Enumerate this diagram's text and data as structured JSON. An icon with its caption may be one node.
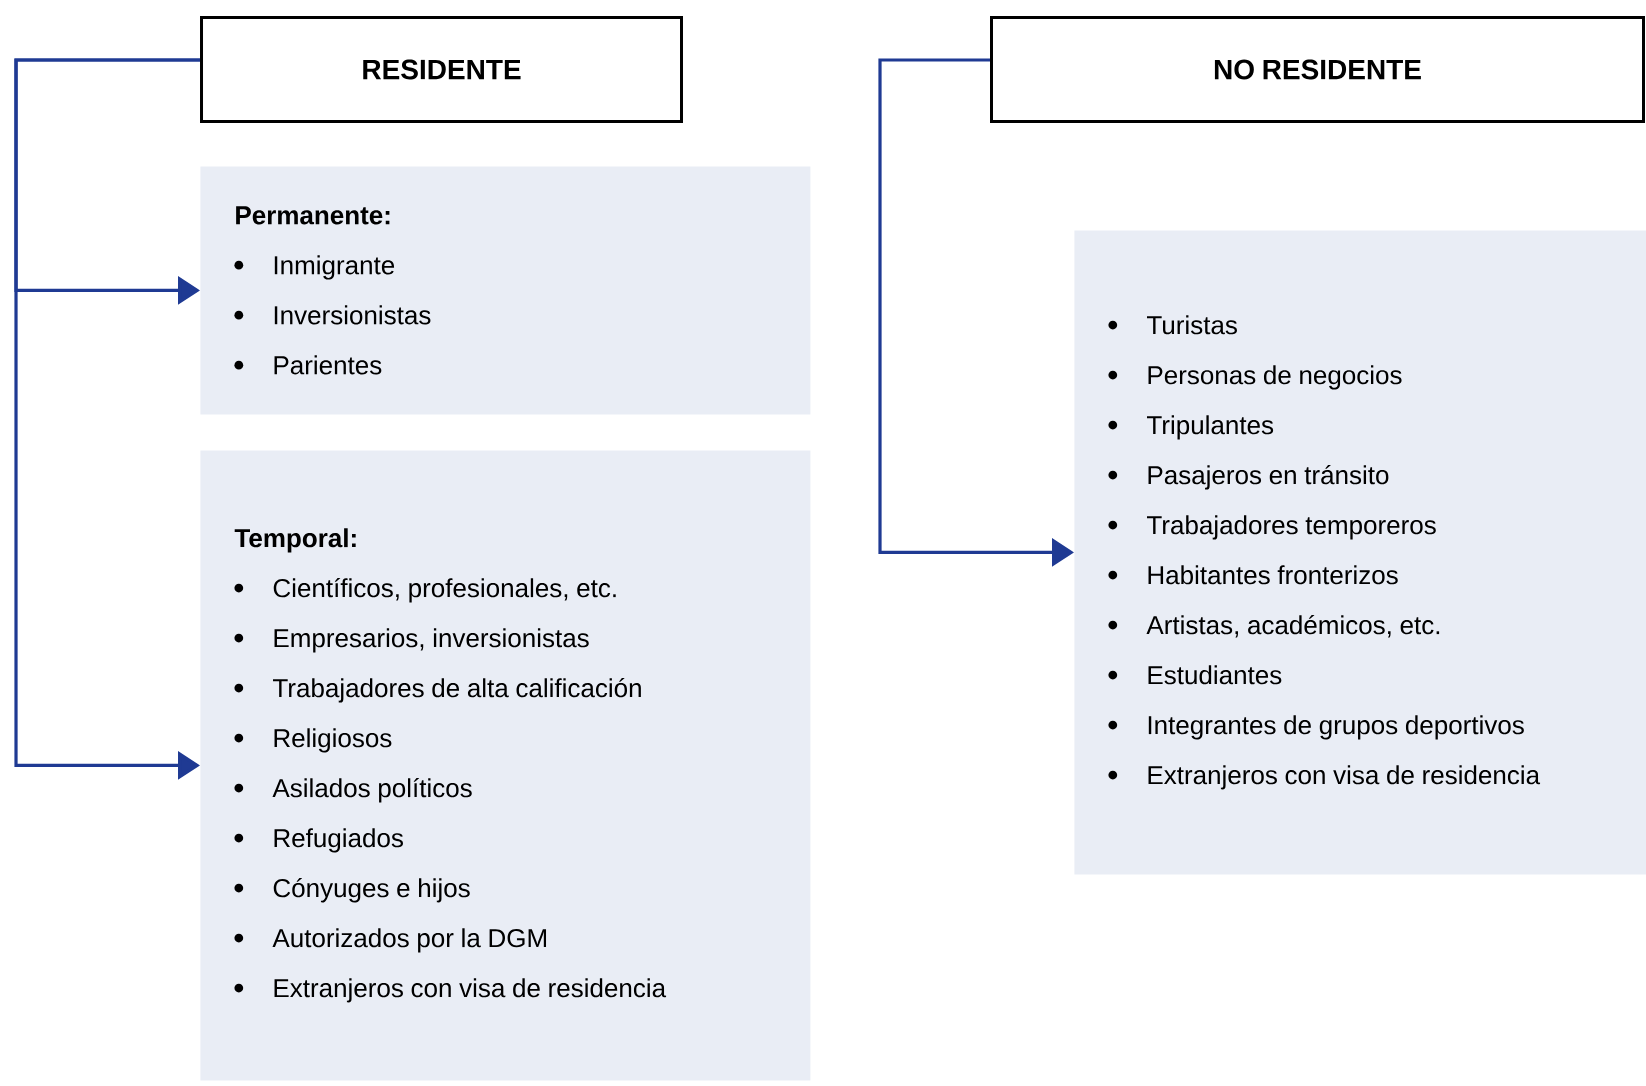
{
  "diagram": {
    "nodes": [
      {
        "text": [
          "RESIDENTE"
        ]
      },
      {
        "text": [
          "Permanente:",
          "Inmigrante",
          "Inversionistas",
          "Parientes"
        ]
      },
      {
        "text": [
          "Temporal:",
          "Científicos, profesionales, etc.",
          "Empresarios, inversionistas",
          "Trabajadores de alta calificación",
          "Religiosos",
          "Asilados políticos",
          "Refugiados",
          "Cónyuges e hijos",
          "Autorizados por la DGM",
          "Extranjeros con visa de residencia"
        ]
      },
      {
        "text": [
          "NO RESIDENTE"
        ]
      },
      {
        "text": [
          "Turistas",
          "Personas de negocios",
          "Tripulantes",
          "Pasajeros en tránsito",
          "Trabajadores temporeros",
          "Habitantes fronterizos",
          "Artistas, académicos, etc.",
          "Estudiantes",
          "Integrantes de grupos deportivos",
          "Extranjeros con visa de residencia"
        ]
      }
    ],
    "edges": [
      {
        "from": 0,
        "to": 1,
        "arrow": "to"
      },
      {
        "from": 0,
        "to": 2,
        "arrow": "to"
      },
      {
        "from": 3,
        "to": 4,
        "arrow": "to"
      }
    ]
  }
}
